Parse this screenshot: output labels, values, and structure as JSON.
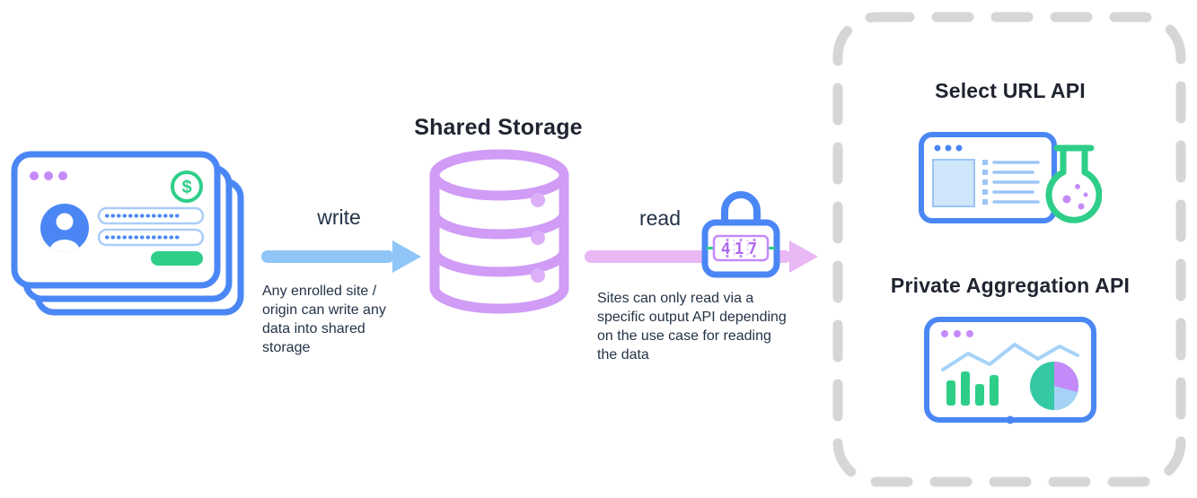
{
  "flow": {
    "write": {
      "label": "write",
      "caption": "Any enrolled site / origin can write any data into shared storage"
    },
    "storage": {
      "title": "Shared Storage"
    },
    "read": {
      "label": "read",
      "caption": "Sites can only read via a specific output API depending on the use case for reading the data"
    },
    "lock": {
      "code": "417"
    }
  },
  "output_apis": {
    "select_url": {
      "title": "Select URL API"
    },
    "private_aggregation": {
      "title": "Private Aggregation API"
    }
  },
  "icons": {
    "dollar": "$",
    "browser_stack": "stacked-browser-windows-login",
    "database": "shared-storage-cylinder",
    "lock": "combination-lock",
    "flask_browser": "browser-with-flask",
    "charts_browser": "browser-with-charts"
  },
  "colors": {
    "blue": "#4a87f5",
    "light_blue_arrow": "#8fc6f7",
    "light_blue_fill": "#cfe6fb",
    "light_blue_line": "#9cc5f7",
    "purple_database": "#d09cf6",
    "pink_arrow": "#e9b7f4",
    "violet_dots": "#c58af9",
    "green": "#2ece89",
    "teal_pie": "#34c9a4",
    "gray_dashed": "#d6d6d6",
    "text_dark": "#243447"
  }
}
